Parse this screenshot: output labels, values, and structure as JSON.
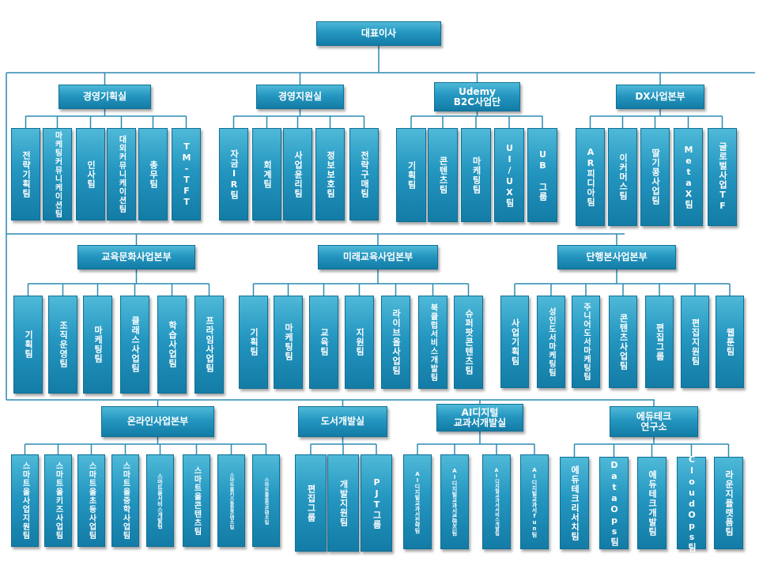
{
  "top": {
    "label": "대표이사"
  },
  "divisions": [
    {
      "label": "경영기획실",
      "teams": [
        "전략기획팀",
        "마케팅커뮤니케이션팀",
        "인사팀",
        "대외커뮤니케이션팀",
        "총무팀",
        "TM-TFT"
      ]
    },
    {
      "label": "경영지원실",
      "teams": [
        "자금IR팀",
        "회계팀",
        "사업윤리팀",
        "정보보호팀",
        "전략구매팀"
      ]
    },
    {
      "label": "Udemy\nB2C사업단",
      "teams": [
        "기획팀",
        "콘텐츠팀",
        "마케팅팀",
        "UI/UX팀",
        "UB 그룹"
      ]
    },
    {
      "label": "DX사업본부",
      "teams": [
        "AR피디아팀",
        "이커머스팀",
        "딸기콩사업팀",
        "MetaX팀",
        "글로벌사업TF"
      ]
    },
    {
      "label": "교육문화사업본부",
      "teams": [
        "기획팀",
        "조직운영팀",
        "마케팅팀",
        "클래스사업팀",
        "학습사업팀",
        "프라임사업팀"
      ]
    },
    {
      "label": "미래교육사업본부",
      "teams": [
        "기획팀",
        "마케팅팀",
        "교육팀",
        "지원팀",
        "라이브올사업팀",
        "북클럽서비스개발팀",
        "슈퍼팟콘텐츠팀"
      ]
    },
    {
      "label": "단행본사업본부",
      "teams": [
        "사업기획팀",
        "성인도서마케팅팀",
        "주니어도서마케팅팀",
        "콘텐츠사업팀",
        "편집그룹",
        "편집지원팀",
        "웹툰팀"
      ]
    },
    {
      "label": "온라인사업본부",
      "teams": [
        "스마트올사업지원팀",
        "스마트올키즈사업팀",
        "스마트올초등사업팀",
        "스마트올중학사업팀",
        "스마트올서비스개발팀",
        "스마트올콘텐츠팀",
        "스마트올키즈통합콘텐츠팀",
        "스마트올중학콘텐츠팀"
      ]
    },
    {
      "label": "도서개발실",
      "teams": [
        "편집그룹",
        "개발지원팀",
        "PJT그룹"
      ]
    },
    {
      "label": "AI디지털\n교과서개발실",
      "teams": [
        "AI디지털교과서전략팀",
        "AI디지털교과서콘텐츠팀",
        "AI디지털교과서서비스개발팀",
        "AI디지털교과서fun팀"
      ]
    },
    {
      "label": "에듀테크\n연구소",
      "teams": [
        "에듀테크리서치팀",
        "DataOps팀",
        "에듀테크개발팀",
        "CloudOps팀",
        "라운지플랫폼팀"
      ]
    }
  ]
}
